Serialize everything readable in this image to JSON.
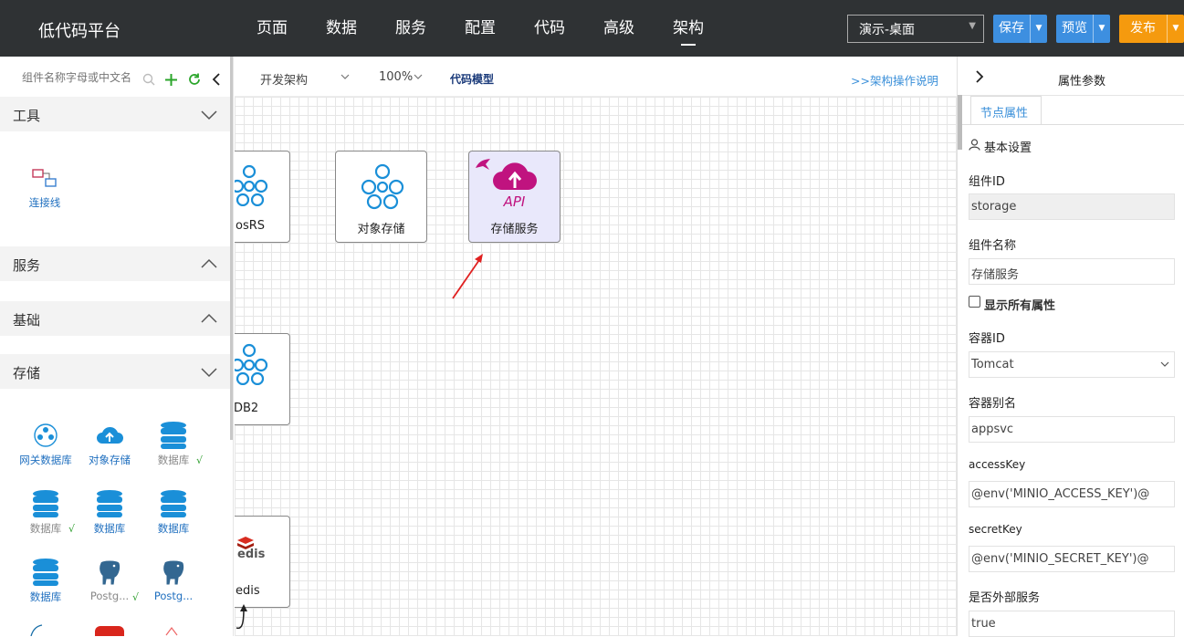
{
  "topbar": {
    "brand": "低代码平台",
    "nav": [
      "页面",
      "数据",
      "服务",
      "配置",
      "代码",
      "高级",
      "架构"
    ],
    "active_nav": "架构",
    "scene_select": "演示-桌面",
    "save": "保存",
    "preview": "预览",
    "publish": "发布"
  },
  "left": {
    "search_placeholder": "组件名称字母或中文名",
    "sections": {
      "tools": "工具",
      "services": "服务",
      "basic": "基础",
      "storage": "存储"
    },
    "tools_items": [
      "连接线"
    ],
    "storage_items": [
      "网关数据库",
      "对象存储",
      "数据库",
      "数据库",
      "数据库",
      "数据库",
      "数据库",
      "Postg...",
      "Postg..."
    ],
    "check_mark": "√"
  },
  "canvasbar": {
    "arch_select": "开发架构",
    "zoom": "100%",
    "code_model": "代码模型",
    "help_link": ">>架构操作说明"
  },
  "nodes": [
    "osRS",
    "对象存储",
    "存储服务",
    "DB2",
    "edis"
  ],
  "node_logo_text": {
    "api": "API",
    "redis": "edis"
  },
  "right": {
    "title": "属性参数",
    "tab": "节点属性",
    "section": "基本设置",
    "fields": {
      "component_id_label": "组件ID",
      "component_id_value": "storage",
      "component_name_label": "组件名称",
      "component_name_value": "存储服务",
      "show_all_label": "显示所有属性",
      "container_id_label": "容器ID",
      "container_id_value": "Tomcat",
      "container_alias_label": "容器别名",
      "container_alias_value": "appsvc",
      "access_key_label": "accessKey",
      "access_key_value": "@env('MINIO_ACCESS_KEY')@",
      "secret_key_label": "secretKey",
      "secret_key_value": "@env('MINIO_SECRET_KEY')@",
      "external_label": "是否外部服务",
      "external_value": "true"
    }
  },
  "colors": {
    "topbar": "#2f3234",
    "primary_blue": "#3d8fe0",
    "publish_orange": "#f59a0e",
    "icon_blue": "#1a8fd8",
    "api_magenta": "#c0137f",
    "arrow_red": "#e02020"
  }
}
